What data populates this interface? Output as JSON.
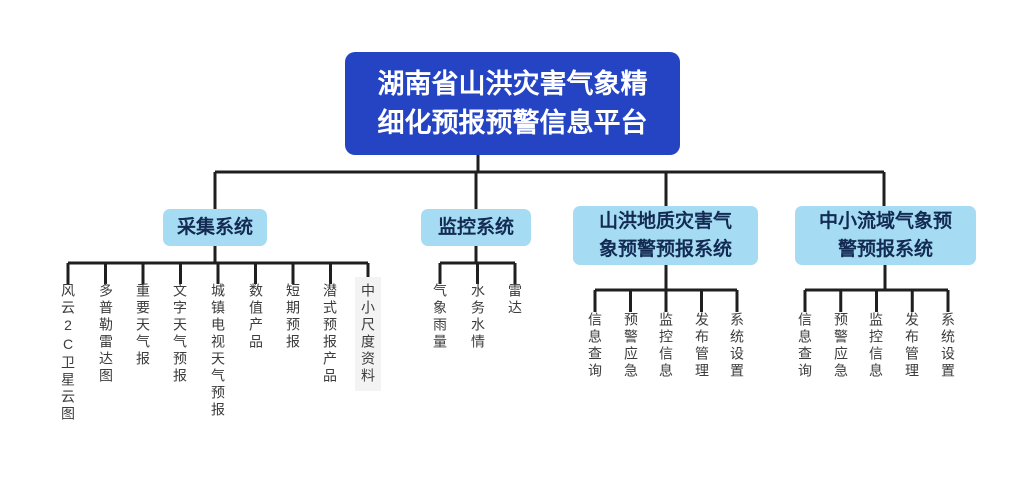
{
  "title": {
    "label": "湖南省山洪灾害气象精细化预报预警信息平台"
  },
  "branches": [
    {
      "label": "采集系统",
      "leaves": [
        "风云2C卫星云图",
        "多普勒雷达图",
        "重要天气报",
        "文字天气预报",
        "城镇电视天气预报",
        "数值产品",
        "短期预报",
        "潜式预报产品",
        "中小尺度资料"
      ]
    },
    {
      "label": "监控系统",
      "leaves": [
        "气象雨量",
        "水务水情",
        "雷达"
      ]
    },
    {
      "label": "山洪地质灾害气象预警预报系统",
      "leaves": [
        "信息查询",
        "预警应急",
        "监控信息",
        "发布管理",
        "系统设置"
      ]
    },
    {
      "label": "中小流域气象预警预报系统",
      "leaves": [
        "信息查询",
        "预警应急",
        "监控信息",
        "发布管理",
        "系统设置"
      ]
    }
  ],
  "colors": {
    "background": "#ffffff",
    "root_bg": "#2444c4",
    "root_text": "#ffffff",
    "branch_bg": "#a5dcf3",
    "branch_text": "#132a52",
    "connector_line": "#1f1f1f",
    "leaf_text": "#3c3c3c",
    "leaf_highlight_bg": "#f3f3f3"
  }
}
